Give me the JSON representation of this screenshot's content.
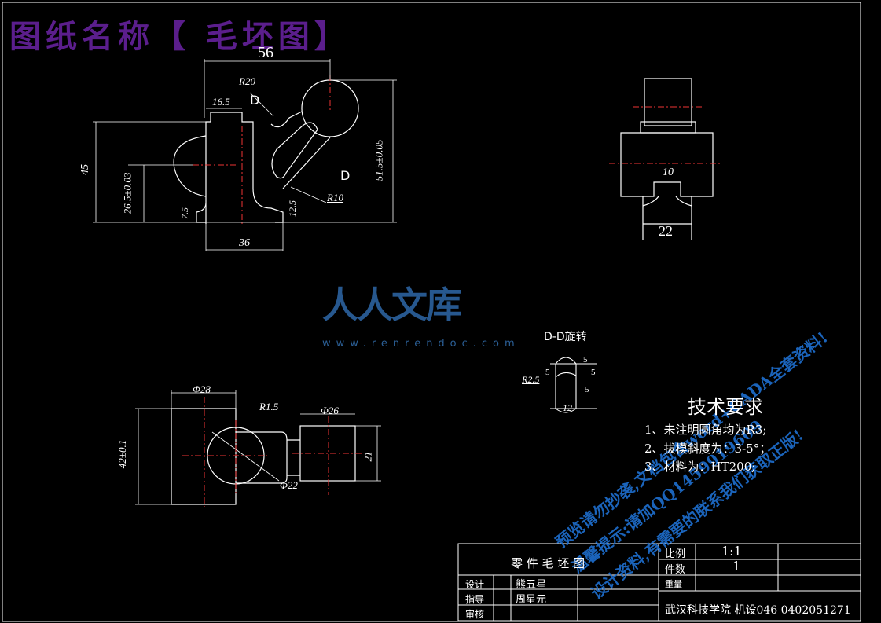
{
  "title_banner": "图纸名称【 毛坯图】",
  "section_label": "D-D旋转",
  "dims": {
    "top_overall": "56",
    "r20": "R20",
    "d16_5": "16.5",
    "d_label": "D",
    "h45": "45",
    "h26_5": "26.5±0.03",
    "h7_5": "7.5",
    "w36": "36",
    "h12_5": "12.5",
    "r10": "R10",
    "h51_5": "51.5±0.05",
    "side_10": "10",
    "side_22": "22",
    "phi28": "Φ28",
    "r1_5": "R1.5",
    "phi26": "Φ26",
    "h42": "42±0.1",
    "h21": "21",
    "phi22": "Φ22",
    "dd_5a": "5",
    "dd_5b": "5",
    "dd_5c": "5",
    "dd_r2_5": "R2.5",
    "dd_5d": "5",
    "dd_12": "12"
  },
  "tech": {
    "heading": "技术要求",
    "lines": [
      "1、未注明圆角均为R3;",
      "2、拔模斜度为：3-5°；",
      "3、材料为：HT200;"
    ]
  },
  "title_block": {
    "part_name": "零 件 毛 坯 图",
    "scale_label": "比例",
    "scale_value": "1:1",
    "qty_label": "件数",
    "qty_value": "1",
    "weight_label": "重量",
    "design_label": "设计",
    "design_name": "熊五星",
    "guide_label": "指导",
    "guide_name": "周星元",
    "review_label": "审核",
    "school": "武汉科技学院  机设046  0402051271"
  },
  "watermark": {
    "brand": "人人文库",
    "url": "www.renrendoc.com",
    "diag1": "预览请勿抄袭,文档包含word+CADA全套资料!",
    "diag2": "温馨提示:请加QQ1459919609",
    "diag3": "设计资料,有需要的联系我们获取正版!"
  }
}
